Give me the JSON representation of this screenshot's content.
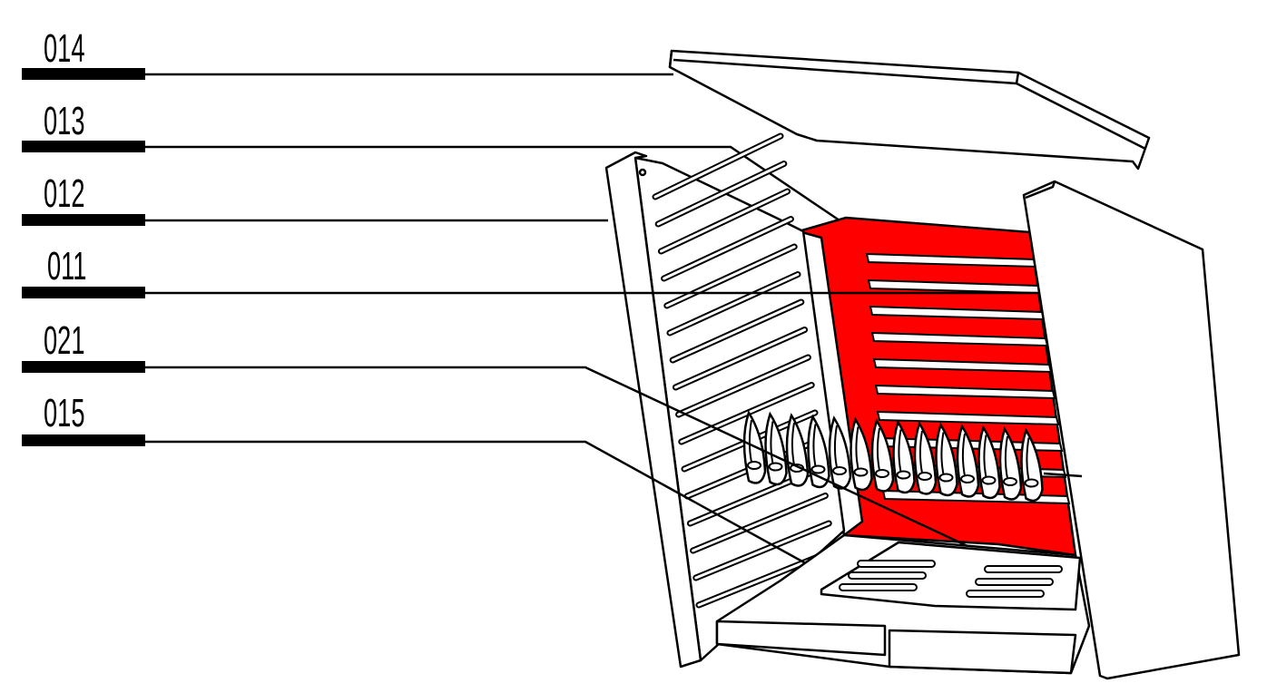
{
  "callouts": [
    {
      "id": "014"
    },
    {
      "id": "013"
    },
    {
      "id": "012"
    },
    {
      "id": "011"
    },
    {
      "id": "021"
    },
    {
      "id": "015"
    }
  ],
  "colors": {
    "highlight": "#ff0000",
    "line": "#000000",
    "background": "#ffffff"
  }
}
